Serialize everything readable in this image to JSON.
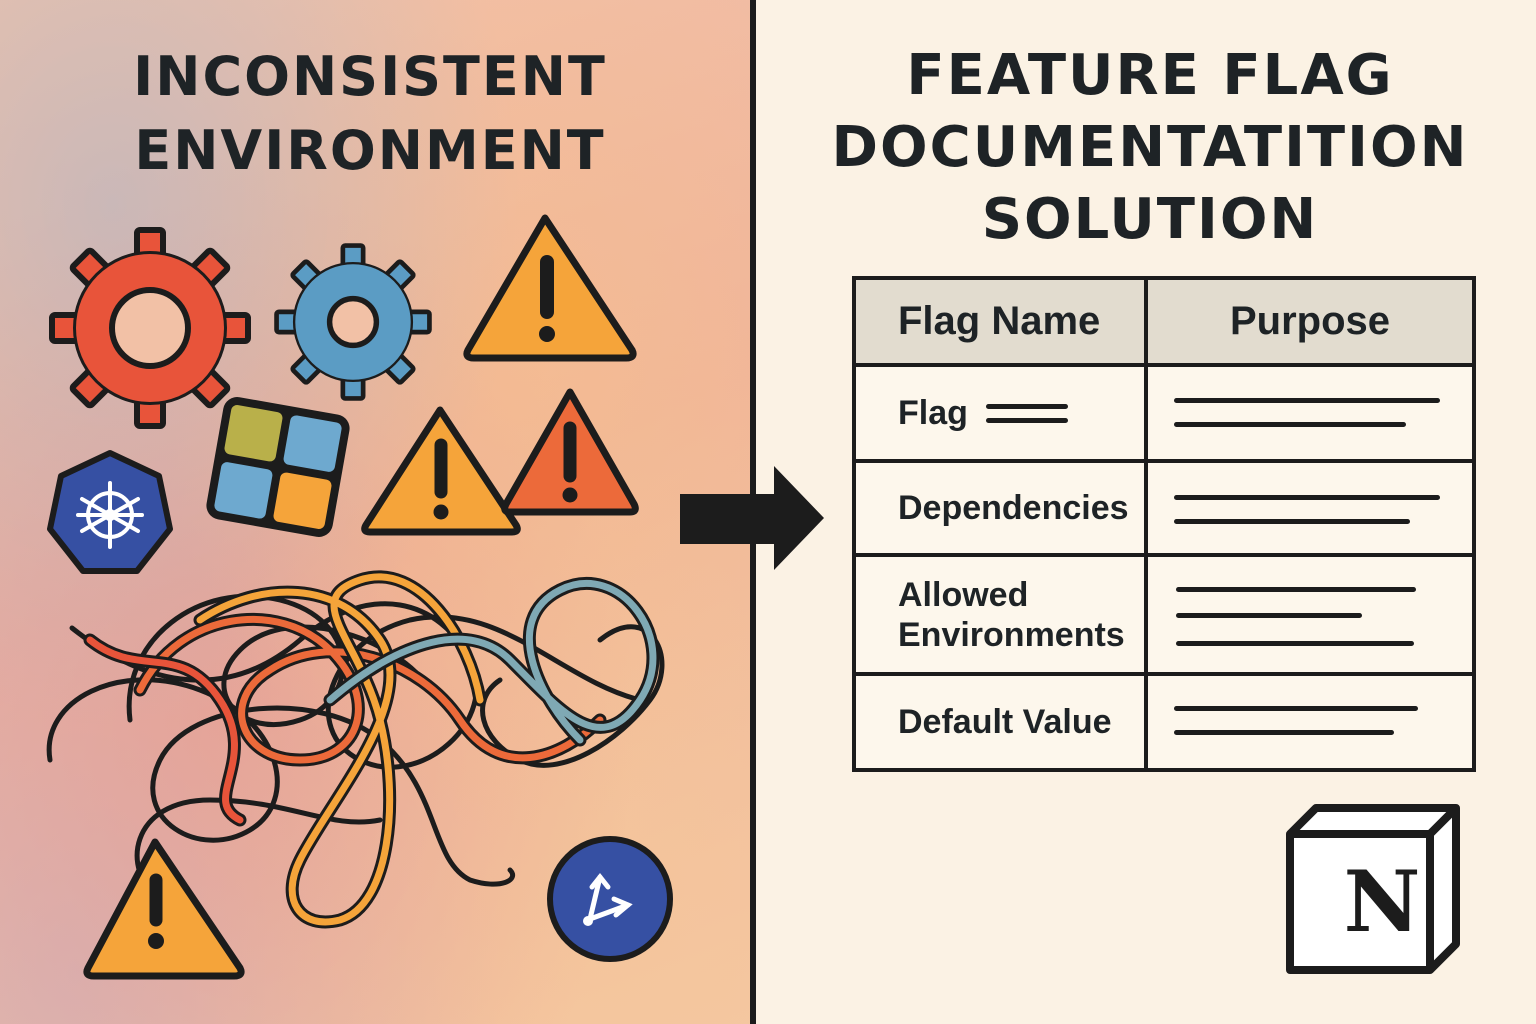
{
  "left": {
    "title_line1": "INCONSISTENT",
    "title_line2": "ENVIRONMENT",
    "icons": [
      "gear-icon",
      "gear-icon",
      "warning-icon",
      "windows-logo-icon",
      "kubernetes-icon",
      "warning-icon",
      "warning-icon",
      "tangled-wires",
      "warning-icon",
      "branch-icon"
    ]
  },
  "arrow": "arrow-right-icon",
  "right": {
    "title_line1": "FEATURE FLAG",
    "title_line2": "DOCUMENTATITION",
    "title_line3": "SOLUTION",
    "table": {
      "headers": [
        "Flag Name",
        "Purpose"
      ],
      "rows": [
        {
          "label": "Flag"
        },
        {
          "label": "Dependencies"
        },
        {
          "label_line1": "Allowed",
          "label_line2": "Environments"
        },
        {
          "label": "Default Value"
        }
      ]
    },
    "logo_letter": "N",
    "logo_icon": "notion-logo-icon"
  },
  "colors": {
    "red": "#e8543a",
    "blue": "#5b9cc4",
    "orange": "#f5a43a",
    "navy": "#3650a3",
    "ink": "#1c1c1c"
  }
}
